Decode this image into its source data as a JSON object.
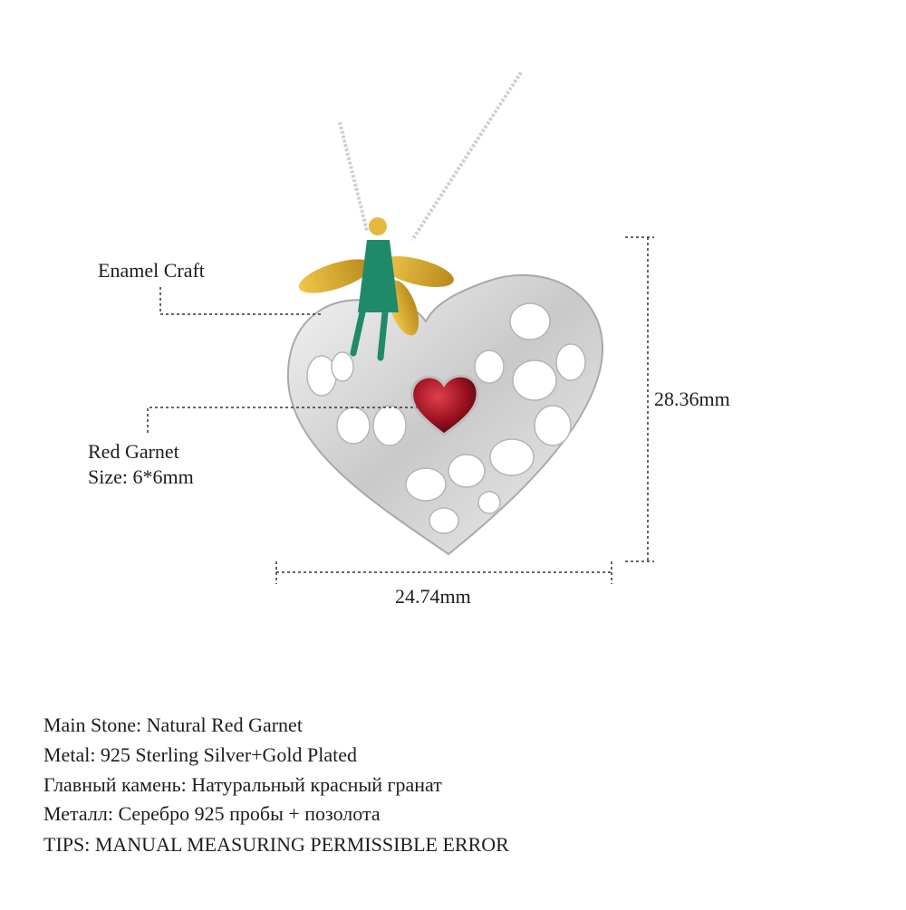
{
  "callouts": {
    "enamel": "Enamel Craft",
    "garnet_name": "Red Garnet",
    "garnet_size": "Size: 6*6mm"
  },
  "dimensions": {
    "height": "28.36mm",
    "width": "24.74mm"
  },
  "specs": [
    "Main Stone: Natural Red Garnet",
    "Metal: 925 Sterling Silver+Gold Plated",
    "Главный камень: Натуральный красный гранат",
    "Металл: Серебро 925 пробы + позолота",
    "TIPS: MANUAL MEASURING PERMISSIBLE ERROR"
  ],
  "colors": {
    "silver": "#d8d8d8",
    "gold": "#d9a928",
    "enamel_green": "#1f8a6a",
    "garnet_red": "#9b1020",
    "text": "#1e1e1e"
  }
}
